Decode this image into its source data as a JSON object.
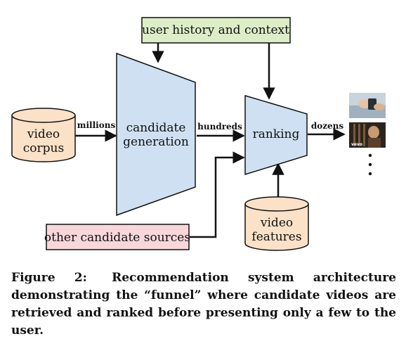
{
  "nodes": {
    "user_history": "user history and context",
    "video_corpus": [
      "video",
      "corpus"
    ],
    "candidate_generation": [
      "candidate",
      "generation"
    ],
    "ranking": "ranking",
    "other_sources": "other candidate sources",
    "video_features": [
      "video",
      "features"
    ]
  },
  "edge_labels": {
    "millions": "millions",
    "hundreds": "hundreds",
    "dozens": "dozens"
  },
  "thumbnail_text": "vevo",
  "caption": {
    "label": "Figure 2:",
    "text": "Recommendation system architecture demonstrating the “funnel” where candidate videos are retrieved and ranked before presenting only a few to the user."
  },
  "colors": {
    "funnel_fill": "#cfe0f2",
    "cylinder_fill": "#fbe1c7",
    "user_box_fill": "#dcedc8",
    "sources_box_fill": "#f8d7da"
  }
}
